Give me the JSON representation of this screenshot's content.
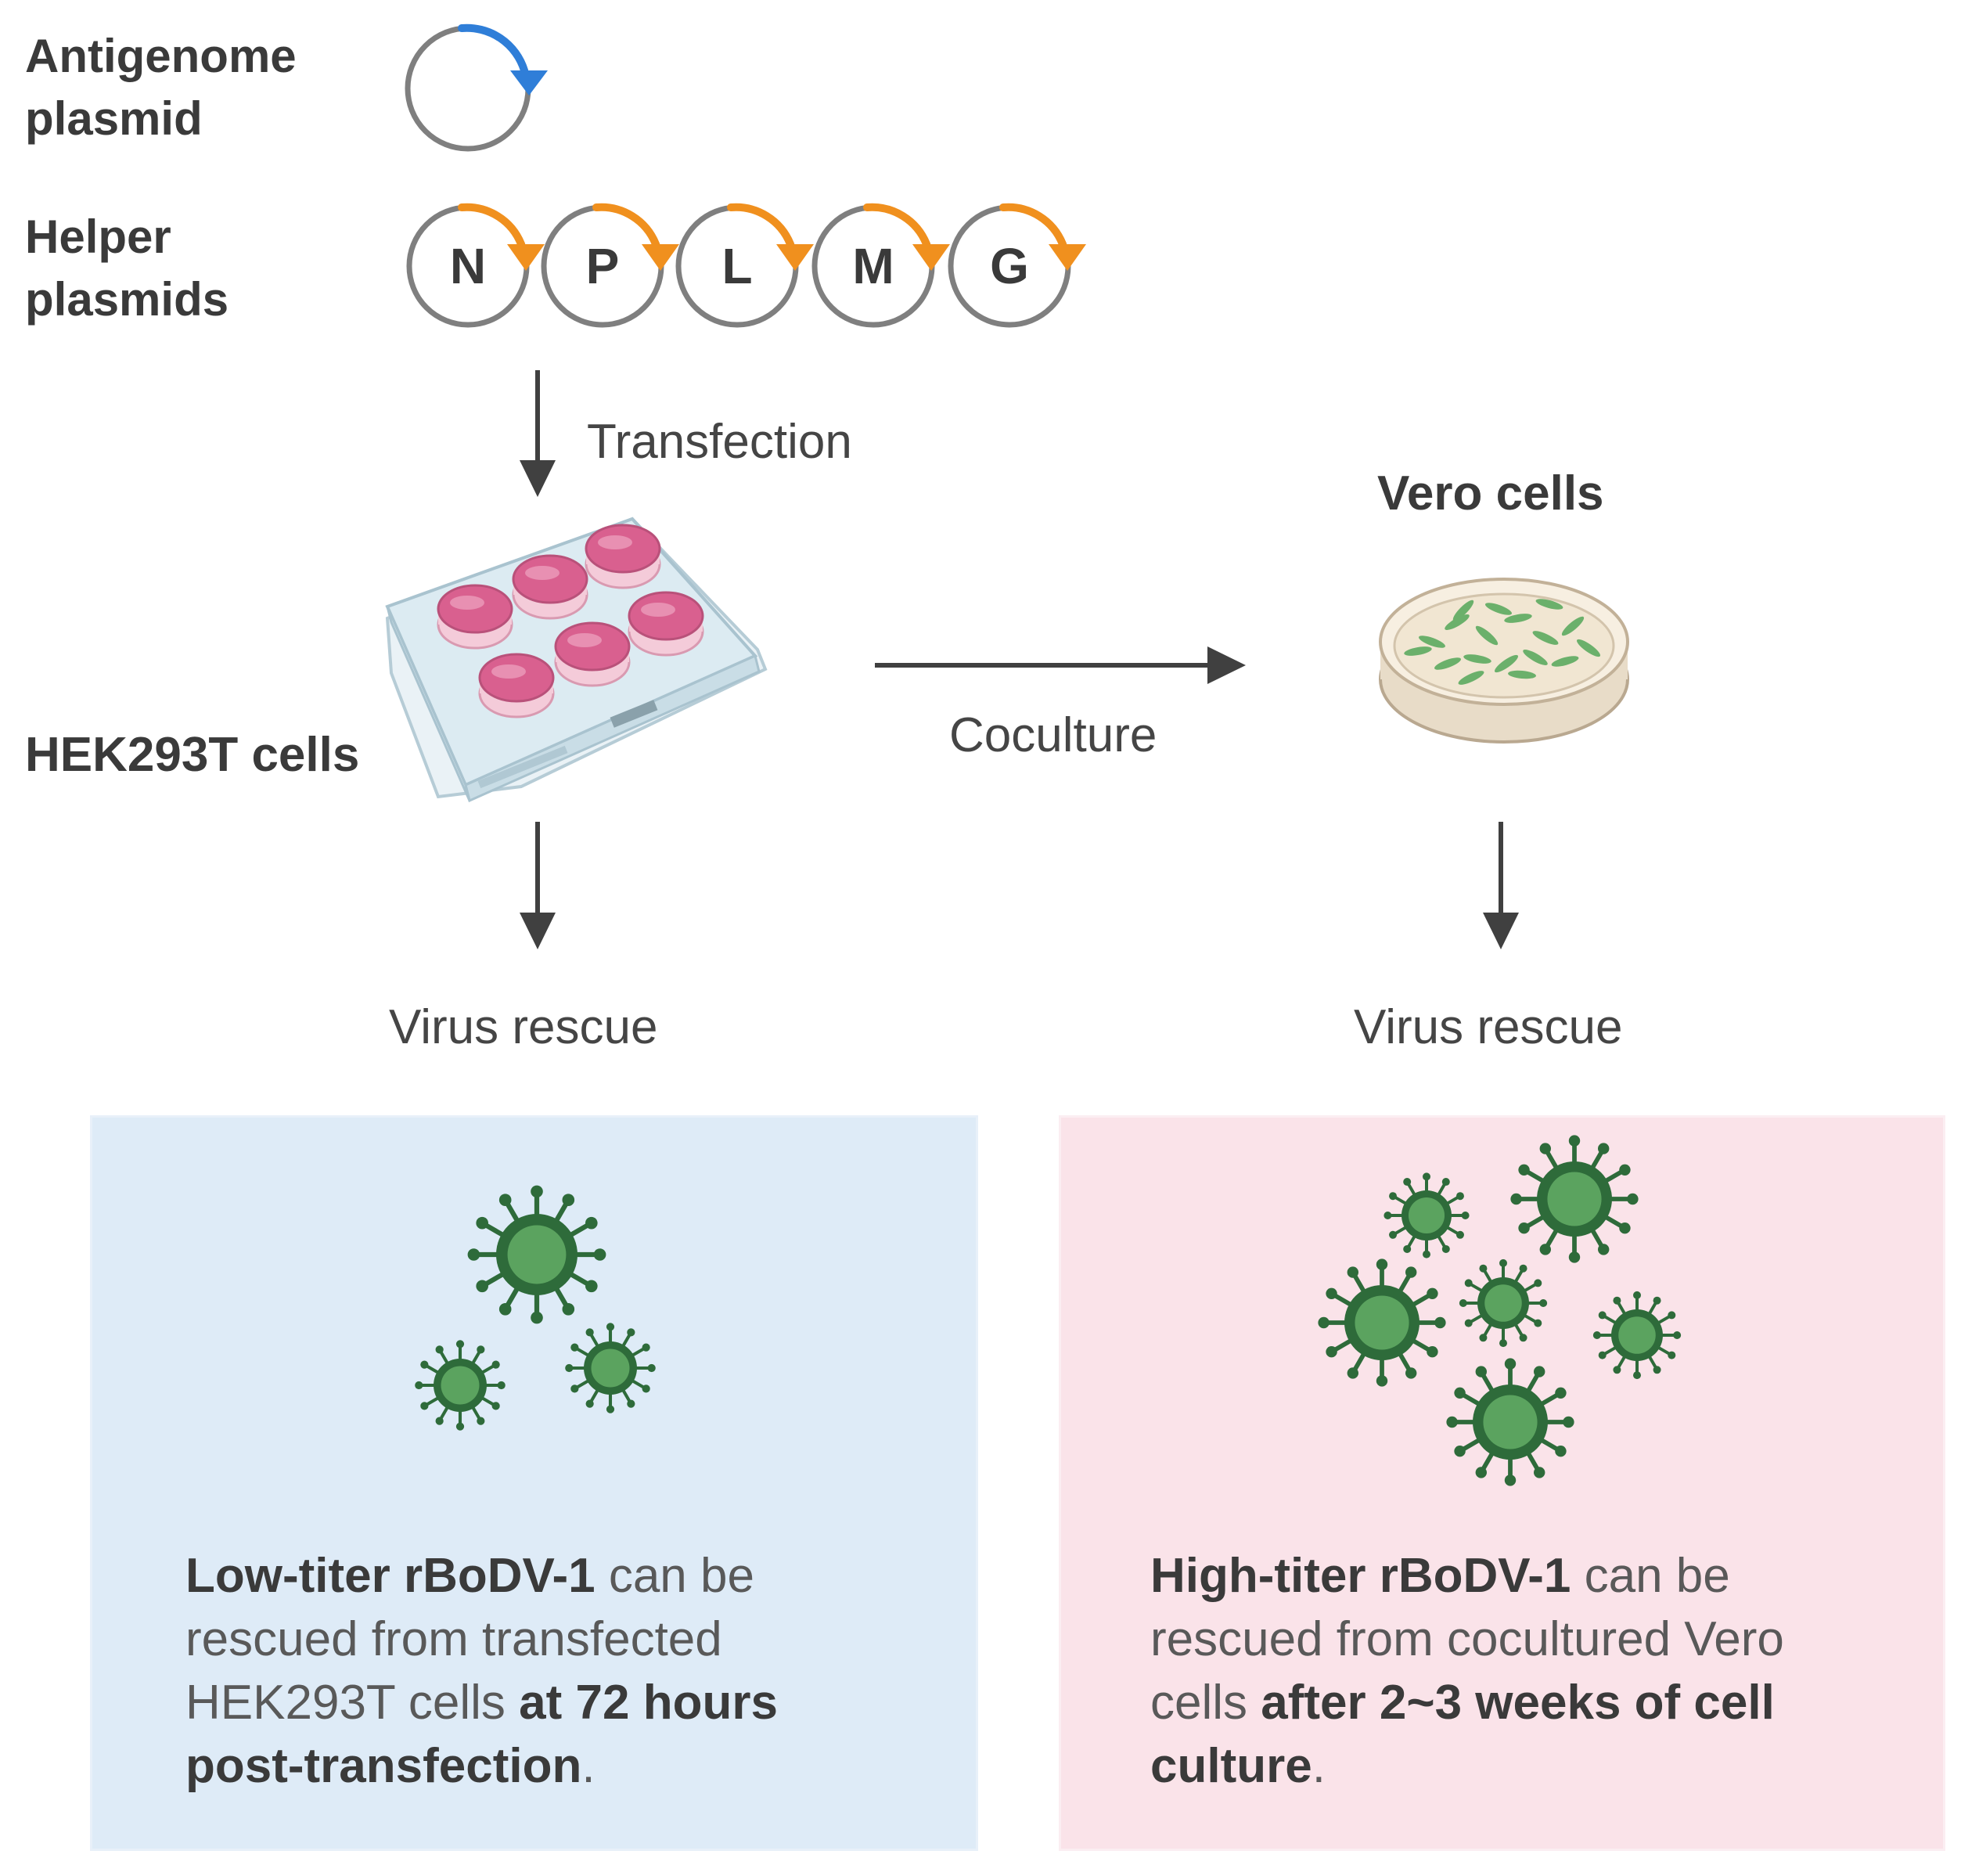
{
  "inputs": {
    "antigenome_label": [
      "Antigenome",
      "plasmid"
    ],
    "helper_label": [
      "Helper",
      "plasmids"
    ],
    "helper_genes": [
      "N",
      "P",
      "L",
      "M",
      "G"
    ]
  },
  "steps": {
    "transfection": "Transfection",
    "coculture": "Coculture",
    "rescue_left": "Virus rescue",
    "rescue_right": "Virus rescue"
  },
  "cells": {
    "hek": "HEK293T cells",
    "vero": "Vero cells"
  },
  "panels": {
    "left": {
      "lines": [
        [
          {
            "t": "Low-titer rBoDV-1",
            "b": true
          },
          {
            "t": " can be",
            "b": false
          }
        ],
        [
          {
            "t": "rescued from transfected",
            "b": false
          }
        ],
        [
          {
            "t": "HEK293T  cells ",
            "b": false
          },
          {
            "t": "at 72 hours",
            "b": true
          }
        ],
        [
          {
            "t": "post-transfection",
            "b": true
          },
          {
            "t": ".",
            "b": false
          }
        ]
      ]
    },
    "right": {
      "lines": [
        [
          {
            "t": "High-titer rBoDV-1",
            "b": true
          },
          {
            "t": " can be",
            "b": false
          }
        ],
        [
          {
            "t": "rescued from cocultured Vero",
            "b": false
          }
        ],
        [
          {
            "t": "cells ",
            "b": false
          },
          {
            "t": "after 2~3 weeks of cell",
            "b": true
          }
        ],
        [
          {
            "t": "culture",
            "b": true
          },
          {
            "t": ".",
            "b": false
          }
        ]
      ]
    }
  },
  "colors": {
    "antigenome_arrow": "#2f7ed8",
    "helper_arrow": "#f0901e",
    "plasmid_ring": "#7f7f7f",
    "virus_dark": "#2e6b3a",
    "virus_fill": "#5ba35f",
    "arrow": "#404040",
    "well_pink": "#d9608f",
    "dish_cells": "#6bb06b"
  }
}
